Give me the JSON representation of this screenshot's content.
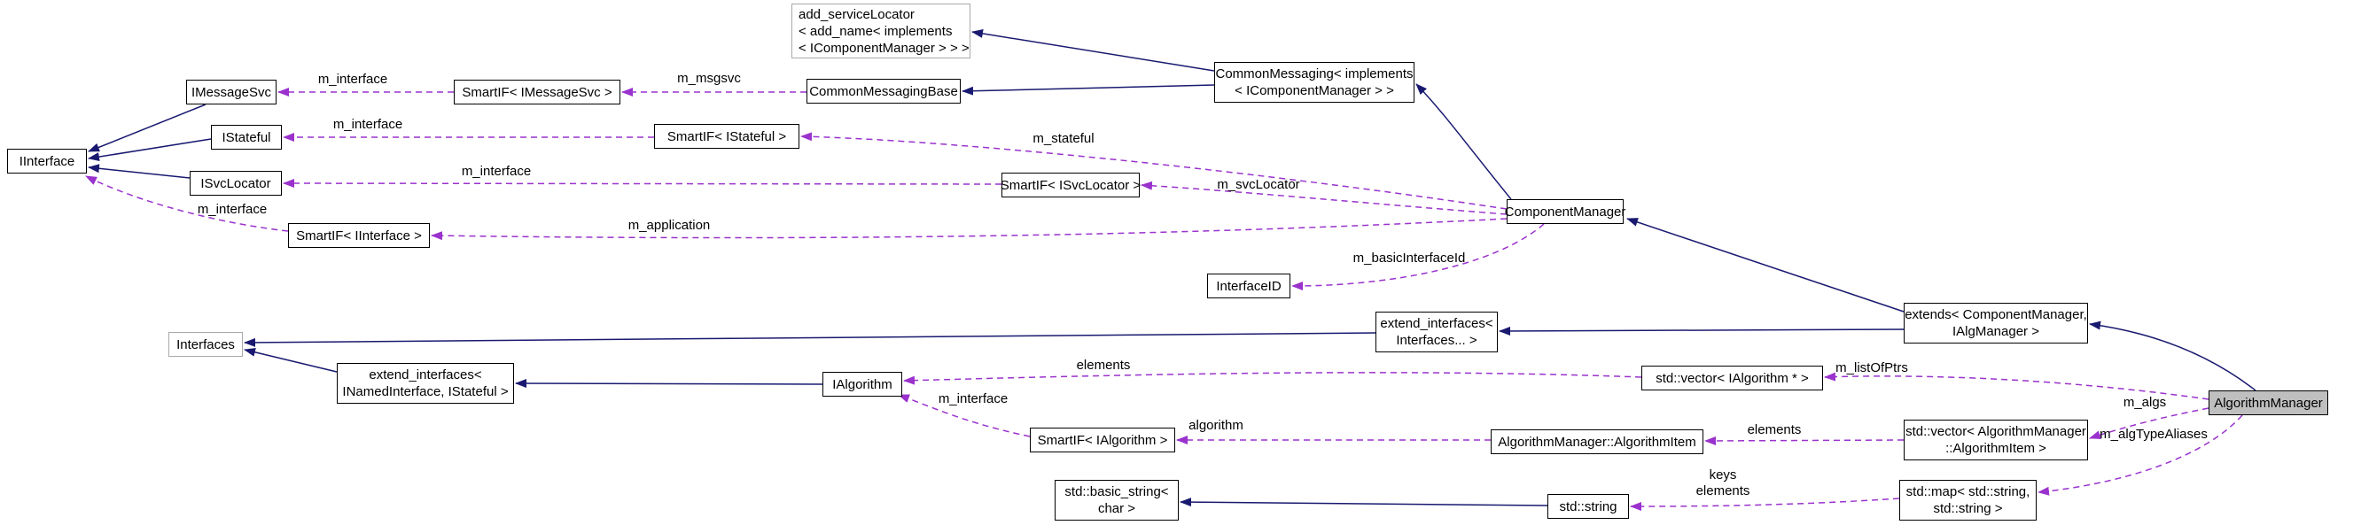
{
  "diagram": {
    "title": "AlgorithmManager collaboration diagram",
    "colors": {
      "inheritance_edge": "#191970",
      "usage_edge": "#9a32cd",
      "node_border": "#000000",
      "external_node_border": "#a9a9a9",
      "focus_node_fill": "#bfbfbf",
      "node_fill": "#ffffff",
      "text": "#000000",
      "background": "#ffffff"
    }
  },
  "nodes": {
    "iinterface": {
      "label": "IInterface"
    },
    "imessagesvc": {
      "label": "IMessageSvc"
    },
    "smartif_imessagesvc": {
      "label": "SmartIF< IMessageSvc >"
    },
    "commonmessagingbase": {
      "label": "CommonMessagingBase"
    },
    "add_servicelocator": {
      "line1": "add_serviceLocator",
      "line2": "< add_name< implements",
      "line3": "< IComponentManager > > >"
    },
    "commonmessaging": {
      "line1": "CommonMessaging< implements",
      "line2": "< IComponentManager > >"
    },
    "istateful": {
      "label": "IStateful"
    },
    "smartif_istateful": {
      "label": "SmartIF< IStateful >"
    },
    "isvclocator": {
      "label": "ISvcLocator"
    },
    "smartif_isvclocator": {
      "label": "SmartIF< ISvcLocator >"
    },
    "smartif_iinterface": {
      "label": "SmartIF< IInterface >"
    },
    "componentmanager": {
      "label": "ComponentManager"
    },
    "interfaceid": {
      "label": "InterfaceID"
    },
    "extend_interfaces_variadic": {
      "line1": "extend_interfaces<",
      "line2": "Interfaces... >"
    },
    "interfaces": {
      "label": "Interfaces"
    },
    "extend_interfaces_named": {
      "line1": "extend_interfaces<",
      "line2": "INamedInterface, IStateful >"
    },
    "ialgorithm": {
      "label": "IAlgorithm"
    },
    "smartif_ialgorithm": {
      "label": "SmartIF< IAlgorithm >"
    },
    "std_basic_string": {
      "line1": "std::basic_string<",
      "line2": "char >"
    },
    "std_vector_ialgorithm": {
      "label": "std::vector< IAlgorithm * >"
    },
    "algorithmitem": {
      "label": "AlgorithmManager::AlgorithmItem"
    },
    "std_string": {
      "label": "std::string"
    },
    "std_map": {
      "line1": "std::map< std::string,",
      "line2": "std::string >"
    },
    "extends_componentmanager": {
      "line1": "extends< ComponentManager,",
      "line2": "IAlgManager >"
    },
    "algorithmmanager": {
      "label": "AlgorithmManager"
    },
    "std_vector_algorithmitem": {
      "line1": "std::vector< AlgorithmManager",
      "line2": "::AlgorithmItem >"
    }
  },
  "edge_labels": {
    "m_interface_msgsvc": "m_interface",
    "m_msgsvc": "m_msgsvc",
    "m_interface_stateful": "m_interface",
    "m_interface_svclocator": "m_interface",
    "m_interface_iinterface": "m_interface",
    "m_application": "m_application",
    "m_stateful": "m_stateful",
    "m_svclocator": "m_svcLocator",
    "m_basicinterfaceid": "m_basicInterfaceId",
    "elements_listofptrs": "elements",
    "m_interface_algorithm": "m_interface",
    "algorithm": "algorithm",
    "elements_algitem": "elements",
    "m_listofptrs": "m_listOfPtrs",
    "m_algs": "m_algs",
    "m_algtypealiases": "m_algTypeAliases",
    "keys": "keys",
    "keys_elements": "elements"
  },
  "edges": [
    {
      "from": "IMessageSvc",
      "to": "IInterface",
      "type": "inheritance"
    },
    {
      "from": "IStateful",
      "to": "IInterface",
      "type": "inheritance"
    },
    {
      "from": "ISvcLocator",
      "to": "IInterface",
      "type": "inheritance"
    },
    {
      "from": "CommonMessaging< implements < IComponentManager > >",
      "to": "add_serviceLocator< add_name< implements < IComponentManager > > >",
      "type": "inheritance"
    },
    {
      "from": "CommonMessaging< implements < IComponentManager > >",
      "to": "CommonMessagingBase",
      "type": "inheritance"
    },
    {
      "from": "ComponentManager",
      "to": "CommonMessaging< implements < IComponentManager > >",
      "type": "inheritance"
    },
    {
      "from": "extends< ComponentManager, IAlgManager >",
      "to": "ComponentManager",
      "type": "inheritance"
    },
    {
      "from": "extends< ComponentManager, IAlgManager >",
      "to": "extend_interfaces< Interfaces... >",
      "type": "inheritance"
    },
    {
      "from": "extend_interfaces< Interfaces... >",
      "to": "Interfaces",
      "type": "inheritance"
    },
    {
      "from": "extend_interfaces< INamedInterface, IStateful >",
      "to": "Interfaces",
      "type": "inheritance"
    },
    {
      "from": "IAlgorithm",
      "to": "extend_interfaces< INamedInterface, IStateful >",
      "type": "inheritance"
    },
    {
      "from": "AlgorithmManager",
      "to": "extends< ComponentManager, IAlgManager >",
      "type": "inheritance"
    },
    {
      "from": "std::string",
      "to": "std::basic_string< char >",
      "type": "inheritance"
    },
    {
      "from": "SmartIF< IMessageSvc >",
      "to": "IMessageSvc",
      "type": "usage",
      "label": "m_interface"
    },
    {
      "from": "CommonMessagingBase",
      "to": "SmartIF< IMessageSvc >",
      "type": "usage",
      "label": "m_msgsvc"
    },
    {
      "from": "SmartIF< IStateful >",
      "to": "IStateful",
      "type": "usage",
      "label": "m_interface"
    },
    {
      "from": "SmartIF< ISvcLocator >",
      "to": "ISvcLocator",
      "type": "usage",
      "label": "m_interface"
    },
    {
      "from": "SmartIF< IInterface >",
      "to": "IInterface",
      "type": "usage",
      "label": "m_interface"
    },
    {
      "from": "ComponentManager",
      "to": "SmartIF< IInterface >",
      "type": "usage",
      "label": "m_application"
    },
    {
      "from": "ComponentManager",
      "to": "SmartIF< IStateful >",
      "type": "usage",
      "label": "m_stateful"
    },
    {
      "from": "ComponentManager",
      "to": "SmartIF< ISvcLocator >",
      "type": "usage",
      "label": "m_svcLocator"
    },
    {
      "from": "ComponentManager",
      "to": "InterfaceID",
      "type": "usage",
      "label": "m_basicInterfaceId"
    },
    {
      "from": "std::vector< IAlgorithm * >",
      "to": "IAlgorithm",
      "type": "usage",
      "label": "elements"
    },
    {
      "from": "SmartIF< IAlgorithm >",
      "to": "IAlgorithm",
      "type": "usage",
      "label": "m_interface"
    },
    {
      "from": "AlgorithmManager::AlgorithmItem",
      "to": "SmartIF< IAlgorithm >",
      "type": "usage",
      "label": "algorithm"
    },
    {
      "from": "std::vector< AlgorithmManager ::AlgorithmItem >",
      "to": "AlgorithmManager::AlgorithmItem",
      "type": "usage",
      "label": "elements"
    },
    {
      "from": "AlgorithmManager",
      "to": "std::vector< IAlgorithm * >",
      "type": "usage",
      "label": "m_listOfPtrs"
    },
    {
      "from": "AlgorithmManager",
      "to": "std::vector< AlgorithmManager ::AlgorithmItem >",
      "type": "usage",
      "label": "m_algs"
    },
    {
      "from": "AlgorithmManager",
      "to": "std::map< std::string, std::string >",
      "type": "usage",
      "label": "m_algTypeAliases"
    },
    {
      "from": "std::map< std::string, std::string >",
      "to": "std::string",
      "type": "usage",
      "label": "keys elements"
    }
  ]
}
